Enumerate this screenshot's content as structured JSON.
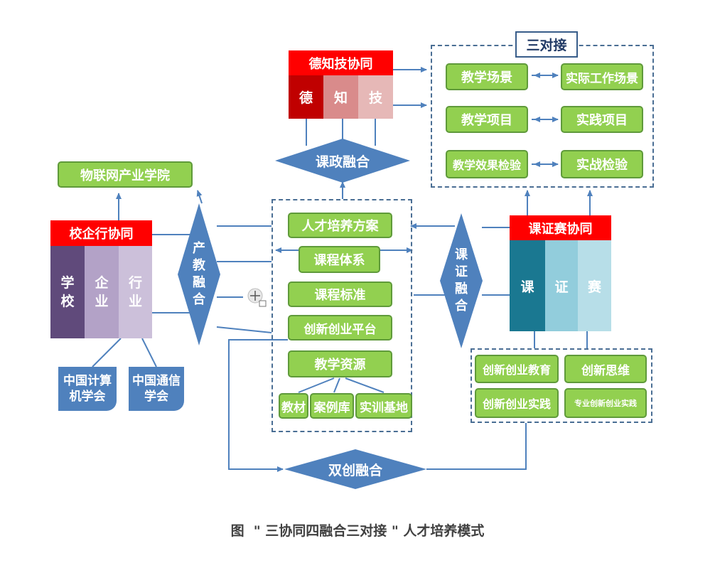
{
  "top_right": {
    "title": "三对接",
    "items": [
      {
        "left": "教学场景",
        "right": "实际工作场景"
      },
      {
        "left": "教学项目",
        "right": "实践项目"
      },
      {
        "left": "教学效果检验",
        "right": "实战检验"
      }
    ]
  },
  "dzj": {
    "head": "德知技协同",
    "cols": [
      "德",
      "知",
      "技"
    ]
  },
  "kzrh": "课政融合",
  "wlw": "物联网产业学院",
  "xqh": {
    "head": "校企行协同",
    "cols": [
      "学校",
      "企业",
      "行业"
    ]
  },
  "orgs": [
    "中国计算机学会",
    "中国通信学会"
  ],
  "cjrh": "产教融合",
  "center": {
    "items": [
      "人才培养方案",
      "课程体系",
      "课程标准",
      "创新创业平台",
      "教学资源"
    ],
    "resources": [
      "教材",
      "案例库",
      "实训基地"
    ]
  },
  "kzsrh": "课证融合",
  "kzs": {
    "head": "课证赛协同",
    "cols": [
      "课",
      "证",
      "赛"
    ]
  },
  "bottom_right": [
    "创新创业教育",
    "创新思维",
    "创新创业实践",
    "专业创新创业实践"
  ],
  "scrh": "双创融合",
  "caption": "图  \" 三协同四融合三对接 \" 人才培养模式",
  "colors": {
    "green": "#92d050",
    "red": "#ff0000",
    "blue": "#4f81bd",
    "line": "#4f81bd",
    "dzj_cols": [
      "#c00000",
      "#d98b8b",
      "#e6b8b7"
    ],
    "xqh_cols": [
      "#604a7b",
      "#b3a2c7",
      "#ccc0da"
    ],
    "kzs_cols": [
      "#1a7891",
      "#92cddc",
      "#b7dee8"
    ]
  }
}
